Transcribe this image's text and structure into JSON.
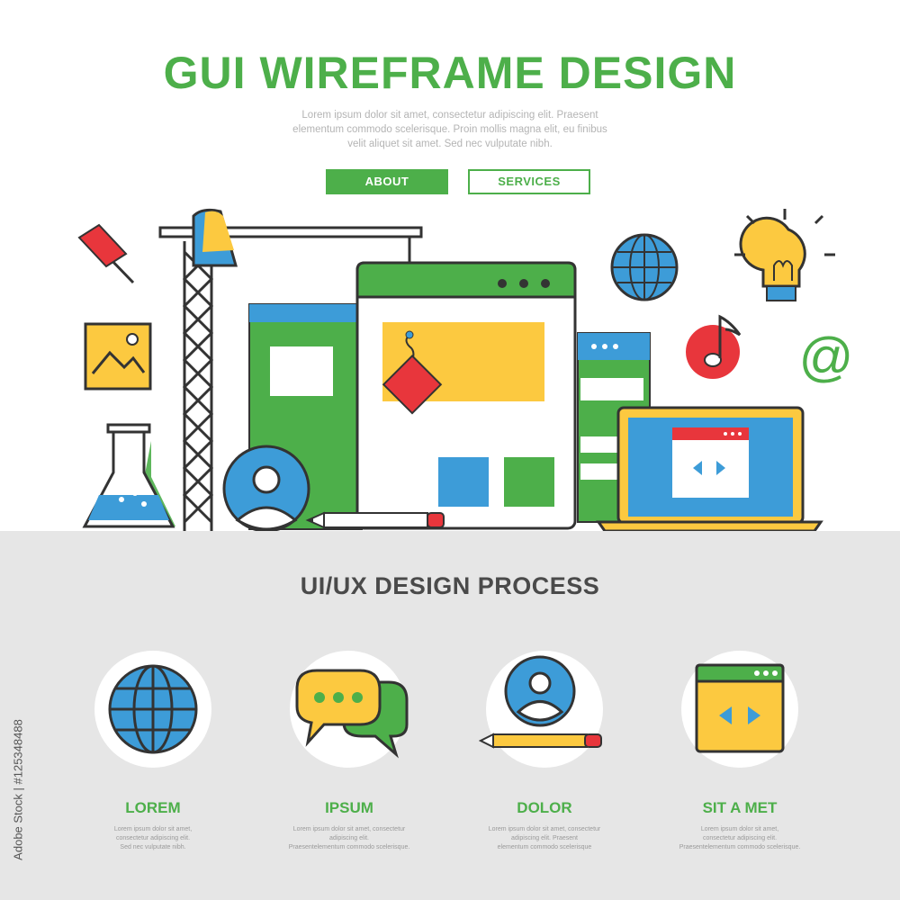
{
  "hero": {
    "title": "GUI WIREFRAME DESIGN",
    "subtitle": "Lorem ipsum dolor sit amet, consectetur adipiscing elit. Praesent elementum commodo scelerisque. Proin mollis magna elit, eu finibus velit aliquet sit amet. Sed nec vulputate nibh.",
    "buttons": {
      "about": "ABOUT",
      "services": "SERVICES"
    },
    "illustration": {
      "icons": [
        "pushpin-icon",
        "image-icon",
        "flask-icon",
        "crane-icon",
        "browser-window-icon",
        "user-avatar-icon",
        "pencil-icon",
        "globe-icon",
        "music-note-icon",
        "lightbulb-icon",
        "at-sign-icon",
        "laptop-icon"
      ],
      "at_symbol": "@"
    }
  },
  "process": {
    "title": "UI/UX DESIGN PROCESS",
    "steps": [
      {
        "label": "LOREM",
        "icon": "globe-icon",
        "desc": [
          "Lorem ipsum dolor sit amet,",
          "consectetur adipiscing elit.",
          "Sed nec vulputate nibh."
        ]
      },
      {
        "label": "IPSUM",
        "icon": "chat-bubbles-icon",
        "desc": [
          "Lorem ipsum dolor sit amet, consectetur",
          "adipiscing elit.",
          "Praesentelementum commodo scelerisque."
        ]
      },
      {
        "label": "DOLOR",
        "icon": "user-avatar-pencil-icon",
        "desc": [
          "Lorem ipsum dolor sit amet, consectetur",
          "adipiscing elit. Praesent",
          "elementum commodo scelerisque"
        ]
      },
      {
        "label": "SIT A MET",
        "icon": "browser-window-icon",
        "desc": [
          "Lorem ipsum dolor sit amet,",
          "consectetur adipiscing elit.",
          "Praesentelementum commodo scelerisque."
        ]
      }
    ]
  },
  "stock_label": "Adobe Stock | #125348488",
  "colors": {
    "green": "#4daf4a",
    "blue": "#3d9cd8",
    "yellow": "#fcc940",
    "red": "#e8363c",
    "dark": "#333333",
    "grey_band": "#e6e6e6"
  }
}
